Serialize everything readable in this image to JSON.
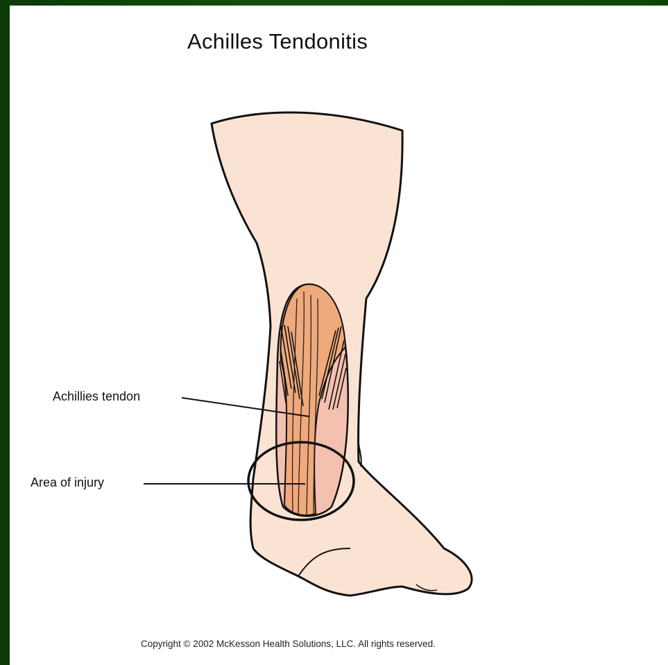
{
  "diagram": {
    "title": "Achilles Tendonitis",
    "labels": {
      "tendon": "Achillies tendon",
      "injury": "Area of injury"
    },
    "copyright": "Copyright © 2002 McKesson Health Solutions, LLC. All rights reserved."
  },
  "colors": {
    "frame": "#0f4208",
    "skin": "#fbe3d3",
    "tendon_orange": "#f0a97a",
    "tendon_pink": "#f4c0b0",
    "outline": "#111111"
  }
}
